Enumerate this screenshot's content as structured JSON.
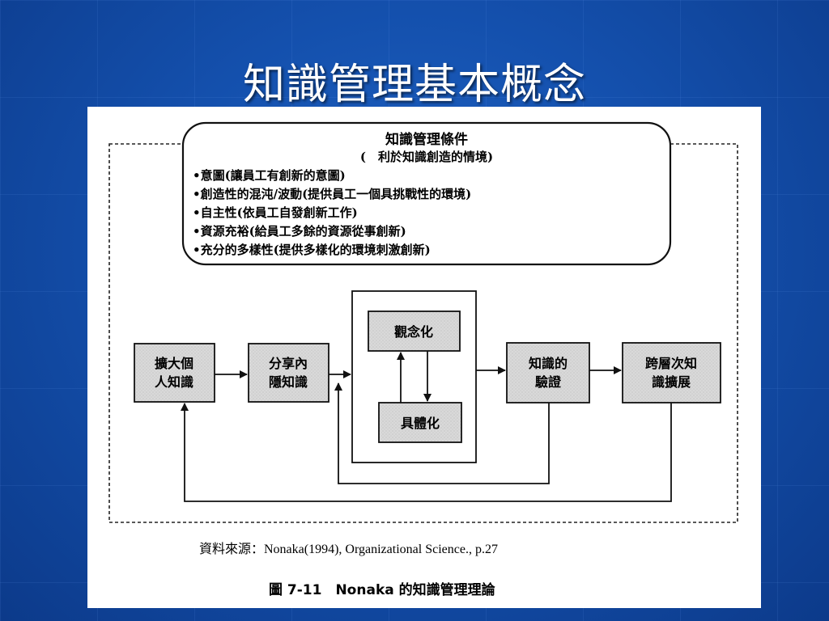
{
  "slide": {
    "title": "知識管理基本概念"
  },
  "conditions": {
    "title": "知識管理條件",
    "subtitle": "(　利於知識創造的情境)",
    "items": [
      "•意圖(讓員工有創新的意圖)",
      "•創造性的混沌/波動(提供員工一個具挑戰性的環境)",
      "•自主性(依員工自發創新工作)",
      "•資源充裕(給員工多餘的資源從事創新)",
      "•充分的多樣性(提供多樣化的環境刺激創新)"
    ]
  },
  "process": {
    "box1": [
      "擴大個",
      "人知識"
    ],
    "box2": [
      "分享內",
      "隱知識"
    ],
    "box3": "觀念化",
    "box4": "具體化",
    "box5": [
      "知識的",
      "驗證"
    ],
    "box6": [
      "跨層次知",
      "識擴展"
    ]
  },
  "source": "資料來源：Nonaka(1994), Organizational Science., p.27",
  "caption": "圖 7-11　Nonaka 的知識管理理論"
}
